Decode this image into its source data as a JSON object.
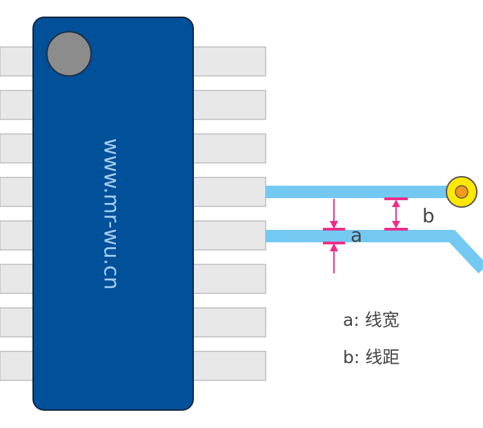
{
  "chip": {
    "label": "www.mr-wu.cn",
    "body_color": "#00509a",
    "marker_color": "#8c8c8c"
  },
  "pins": {
    "fill_color": "#e8e8e8",
    "border_color": "#b0b0b0"
  },
  "traces": {
    "color": "#74c9f2"
  },
  "via": {
    "ring_color": "#ffe800",
    "pad_color": "#f39a1c"
  },
  "dimensions": {
    "color": "#ee2d8a",
    "width_label": "a",
    "spacing_label": "b"
  },
  "legend": {
    "items": [
      {
        "text": "a: 线宽"
      },
      {
        "text": "b: 线距"
      }
    ]
  }
}
